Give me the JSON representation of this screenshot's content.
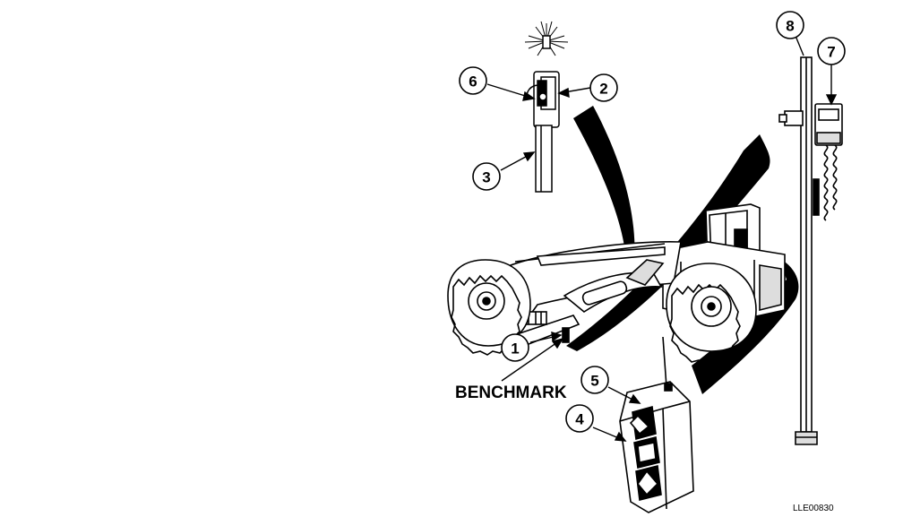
{
  "figure": {
    "benchmark_label": "BENCHMARK",
    "figure_id": "LLE00830",
    "callouts": [
      "1",
      "2",
      "3",
      "4",
      "5",
      "6",
      "7",
      "8"
    ]
  },
  "colors": {
    "ink": "#000000",
    "paper": "#ffffff",
    "shade": "#bdbdbd"
  },
  "icons": [
    "scraper-vehicle-icon",
    "strobe-light-icon",
    "remote-control-icon",
    "grade-rod-icon",
    "laser-receiver-icon",
    "laser-beam-icon"
  ]
}
